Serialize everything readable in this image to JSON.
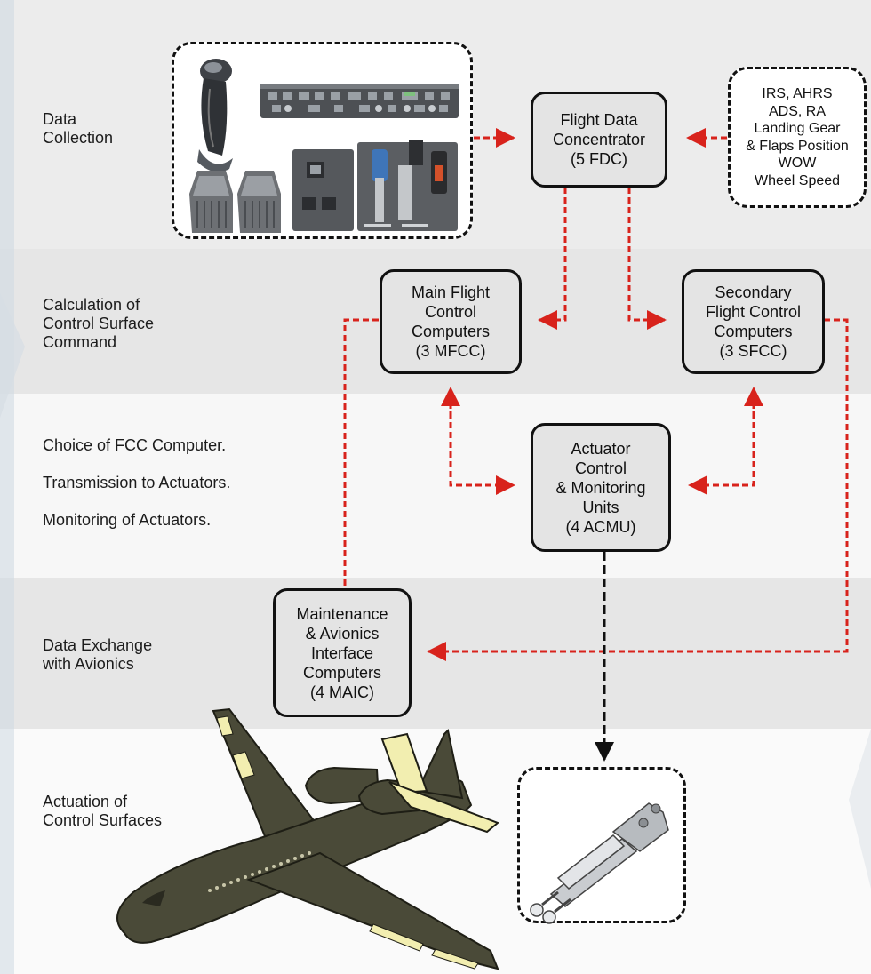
{
  "rows": {
    "data_collection": [
      "Data",
      "Collection"
    ],
    "calculation": [
      "Calculation of",
      "Control Surface",
      "Command"
    ],
    "monitoring": [
      "Choice of FCC Computer.",
      "Transmission to Actuators.",
      "Monitoring of Actuators."
    ],
    "data_exchange": [
      "Data Exchange",
      "with Avionics"
    ],
    "actuation": [
      "Actuation of",
      "Control Surfaces"
    ]
  },
  "boxes": {
    "fdc": [
      "Flight Data",
      "Concentrator",
      "(5 FDC)"
    ],
    "mfcc": [
      "Main Flight",
      "Control",
      "Computers",
      "(3 MFCC)"
    ],
    "sfcc": [
      "Secondary",
      "Flight Control",
      "Computers",
      "(3 SFCC)"
    ],
    "acmu": [
      "Actuator",
      "Control",
      "& Monitoring",
      "Units",
      "(4 ACMU)"
    ],
    "maic": [
      "Maintenance",
      "& Avionics",
      "Interface",
      "Computers",
      "(4 MAIC)"
    ]
  },
  "sensors": [
    "IRS, AHRS",
    "ADS, RA",
    "Landing Gear",
    "& Flaps Position",
    "WOW",
    "Wheel Speed"
  ],
  "colors": {
    "link_red": "#d8231c",
    "link_black": "#111111",
    "box_fill": "#e4e4e4",
    "band_dark": "#e8e8e8",
    "band_light": "#f6f6f6",
    "aircraft_body": "#4a4a38",
    "control_surface": "#f2eeb0"
  },
  "icons": [
    "sidestick-icon",
    "cockpit-panel-icon",
    "rudder-pedal-icon",
    "throttle-quadrant-icon",
    "actuator-icon",
    "aircraft-icon"
  ]
}
